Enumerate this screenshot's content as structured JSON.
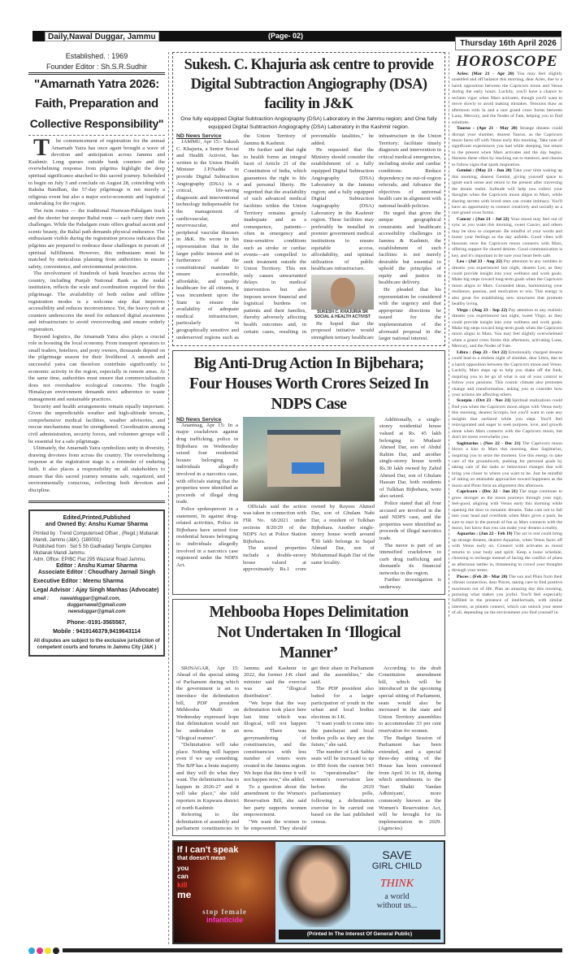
{
  "masthead": {
    "paper": "Daily,Nawal Duggar, Jammu",
    "page": "(Page- 02)",
    "date": "Thursday 16th April 2026"
  },
  "editorial": {
    "established": "Established. : 1969",
    "founder": "Founder Editor :  Sh.S.R.Sudhir",
    "headline": [
      "\"Amarnath Yatra 2026:",
      "Faith, Preparation and",
      "Collective Responsibility\""
    ],
    "paragraphs": [
      "The commencement of registration for the annual Amarnath Yatra has once again brought a wave of devotion and anticipation across Jammu and Kashmir. Long queues outside bank counters and the overwhelming response from pilgrims highlight the deep spiritual significance attached to this sacred journey. Scheduled to begin on July 3 and conclude on August 28, coinciding with Raksha Bandhan, the 57-day pilgrimage is not merely a religious event but also a major socio-economic and logistical undertaking for the region.",
      "The twin routes — the traditional Nunwan-Pahalgam track and the shorter but steeper Baltal route — each carry their own challenges. While the Pahalgam route offers gradual ascent and scenic beauty, the Baltal path demands physical endurance. The enthusiasm visible during the registration process indicates that pilgrims are prepared to embrace these challenges in pursuit of spiritual fulfillment. However, this enthusiasm must be matched by meticulous planning from authorities to ensure safety, convenience, and environmental protection.",
      "The involvement of hundreds of bank branches across the country, including Punjab National Bank as the nodal institution, reflects the scale and coordination required for this pilgrimage. The availability of both online and offline registration modes is a welcome step that improves accessibility and reduces inconvenience. Yet, the heavy rush at counters underscores the need for enhanced digital awareness and infrastructure to avoid overcrowding and ensure orderly registration.",
      "Beyond logistics, the Amarnath Yatra also plays a crucial role in boosting the local economy. From transport operators to small traders, hoteliers, and pony owners, thousands depend on the pilgrimage season for their livelihood. A smooth and successful yatra can therefore contribute significantly to economic activity in the region, especially in remote areas. At the same time, authorities must ensure that commercialization does not overshadow ecological concerns. The fragile Himalayan environment demands strict adherence to waste management and sustainable practices.",
      "Security and health arrangements remain equally important. Given the unpredictable weather and high-altitude terrain, comprehensive medical facilities, weather advisories, and rescue mechanisms must be strengthened. Coordination among civil administration, security forces, and volunteer groups will be essential for a safe pilgrimage.",
      "Ultimately, the Amarnath Yatra symbolizes unity in diversity, drawing devotees from across the country. The overwhelming response at the registration stage is a reminder of enduring faith. It also places a responsibility on all stakeholders to ensure that this sacred journey remains safe, organized, and environmentally conscious, reflecting both devotion and discipline."
    ]
  },
  "imprint": {
    "l1": "Edited,Printed,Published",
    "l2": "and Owned By: Anshu Kumar Sharma",
    "printed": "Printed by :    Trend Computerised Offset ,  (Regd.) Mubarak Mandi, Jammu (J&K).  (180001)",
    "published": "Published from : Set 5 Sh Gadhadarji Temple Complex Mubarak Mandi Jammu.",
    "office": "Adm. Office:  EP/BC Flat 295 Wazarat Road Jammu.",
    "editor": "Editor : Anshu Kumar Sharma",
    "assoc": "Associate Editor : Choudhary Jarnail  Singh",
    "exec": "Executive Editor : Meenu Sharma",
    "legal": "Legal Advisor : Ajay Singh Manhas (Advocate)",
    "email_label": "email  :",
    "emails": [
      "nawalduggar@gmail.com,",
      "duggarnawal@gmail.com",
      "newsduggar@gmail.com"
    ],
    "phone": "Phone:-0191-3565567,",
    "mobile": "Mobile : 9419146379,9419643114",
    "disclaimer": "All disputes are subject to the exclusive jurisdiction of competent courts  and forums in Jammu City (J&K )"
  },
  "story1": {
    "headline": "Sukesh. C. Khajuria ask centre to provide Digital Subtraction Angiography (DSA) facility in J&K",
    "subhead": "One fully equipped Digital Subtraction Angiography (DSA) Laboratory in the Jammu region; and One fully equipped Digital Subtraction Angiography (DSA) Laboratory in the Kashmir region.",
    "source": "ND News Service",
    "photo_caption": "SUKESH C. KHAJURIA SR SOCIAL & HEALTH ACTIVIST",
    "paragraphs": [
      "JAMMU, Apr 15:- Sukesh C. Khajuria, a Senior Social and Health Activist, has written to the Union Health Minister J.P.Nadda to provide Digital Subtraction Angiography (DSA) is a critical, life-saving diagnostic and interventional technology indispensable for the management of cardiovascular, neurovascular, and peripheral vascular diseases in J&K. He wrote in his representation that in the larger public interest and in furtherance of the constitutional mandate to ensure accessible, affordable, and quality healthcare for all citizens, it was incumbent upon the State to ensure the availability of adequate medical infrastructure, particularly in geographically sensitive and underserved regions such as the Union Territory of Jammu & Kashmir.",
      "He further said that right to health forms an integral facet of Article 21 of the Constitution of India, which guarantees the right to life and personal liberty. He regretted that the availability of such advanced medical facilities within the Union Territory remains grossly inadequate and as a consequence, patients—often in emergency and time-sensitive conditions such as stroke or cardiac events—are compelled to seek treatment outside the Union Territory. This not only causes unwarranted delays in medical intervention but also imposes severe financial and logistical burdens on patients and their families, thereby adversely affecting health outcomes and, in certain cases, resulting in preventable fatalities,\" he added.",
      "He requested that the Ministry should consider the establishment of a fully equipped Digital Subtraction Angiography (DSA) Laboratory in the Jammu region; and a fully equipped Digital Subtraction Angiography (DSA) Laboratory in the Kashmir region. These facilities may preferably be installed in premier government medical institutions to ensure equitable access, affordability, and optimal utilization of public healthcare infrastructure.",
      "He hoped that the proposed initiative would strengthen tertiary healthcare infrastructure in the Union Territory; facilitate timely diagnosis and intervention in critical medical emergencies, including stroke and cardiac conditions: Reduce dependency on out-of-region referrals; and Advance the objectives of universal health care in alignment with national health policies.",
      "He urged that given the unique geographical constraints and healthcare accessibility challenges in Jammu & Kashmir, the establishment of such facilities is not merely desirable but essential to uphold the principles of equity and justice in healthcare delivery.",
      "He pleaded that his representation be considered with the urgency and that appropriate directions be issued for the implementation of the aforesaid proposal in the larger national interest."
    ]
  },
  "story2": {
    "headline": "Big Anti-Drug Action In Bijbehara; Four Houses Worth Crores Seized In NDPS Case",
    "source": "ND News Service",
    "paragraphs": [
      "Anantnag, Apr 15: In a major crackdown against drug trafficking, police in Bijbehara on Wednesday seized four residential houses belonging to individuals allegedly involved in a narcotics case, with officials stating that the properties were identified as proceeds of illegal drug trade.",
      "Police spokesperson in a statement, In against drug-related activities, Police in Bijbehara have seized four residential houses belonging to individuals allegedly involved in a narcotics case registered under the NDPS Act.",
      "Officials said the action was taken in connection with FIR No. 68/2021 under sections 8/20/29 of the NDPS Act at Police Station Bijbehara.",
      "The seized properties include a double-storey house valued at approximately Rs.1 crore owned by Rayees Ahmed Dar, son of Ghulam Nabi Dar, a resident of Tulkhan Bijbehara. Another single-storey house worth around ₹30 lakh belongs to Sajad Ahmad Dar, son of Mohammad Rajab Dar of the same locality.",
      "Additionally, a single-storey residential house valued at Rs. 45 lakh belonging to Mudasir Ahmed Dar, son of Abdul Rahim Dar, and another single-storey house worth Rs.30 lakh owned by Zahid Ahmed Dar, son of Ghulam Hassan Dar, both residents of Tulkhan Bijbehara, were also seized.",
      "Police stated that all four accused are involved in the said NDPS case, and the properties were identified as proceeds of illegal narcotics trade.",
      "The move is part of an intensified crackdown to curb drug trafficking and dismantle its financial networks in the region.",
      "Further investigation is underway."
    ]
  },
  "story3": {
    "headline": "Mehbooba Hopes Delimitation Not Undertaken In ‘Illogical Manner’",
    "paragraphs": [
      "SRINAGAR, Apr 15: Ahead of the special sitting of Parliament during which the government is set to introduce the delimitation bill, PDP president Mehbooba Mufti on Wednesday expressed hope that delimitation would not be undertaken in an \"illogical manner\".",
      "\"Delimitation will take place. Nothing will happen even if we say something. The BJP has a brute majority and they will do what they want. The delimitation has to happen in 2026-27 and it will take place,\" she told reporters in Kupwara district of north Kashmir.",
      "Referring to the delimitation of assembly and parliament constituencies in Jammu and Kashmir in 2022, the former J-K chief minister said the exercise was an \"illogical distribution\".",
      "\"We hope that the way delimitation took place here last time which was illogical, will not happen now. There was gerrymandering of constituencies, and the constituencies with less number of voters were created in the Jammu region. We hope that this time it will not happen now,\" she added.",
      "To a question about the amendment to the Women's Reservation Bill, she said her party supports women empowerment.",
      "\"We want the women to be empowered. They should get their share in Parliament and the assemblies,\" she said.",
      "The PDP president also batted for a larger participation of youth in the urban and local bodies elections in J-K.",
      "\"I want youth to come into the panchayat and local bodies polls as they are the future,\" she said.",
      "The number of Lok Sabha seats will be increased to up to 850 from the current 543 to \"operationalise\" the women's reservation law before the 2029 parliamentary polls, following a delimitation exercise to be carried out based on the last published census.",
      "According to the draft Constitution amendment bill, which will be introduced in the upcoming special sitting of Parliament, seats would also be increased in the state and Union Territory assemblies to accommodate 33 per cent reservation for women.",
      "The Budget Session of Parliament has been extended, and a special three-day sitting of the House has been convened from April 16 to 18, during which amendments to the 'Nari Shakti Vandan Adhiniyam', more commonly known as the Women's Reservation Act, will be brought for its implementation in 2029. (Agencies)"
    ]
  },
  "horoscope": {
    "title": "HOROSCOPE",
    "entries": [
      {
        "sign": "Aries: (Mar 21 - Apr 20)",
        "text": "You may feel slightly unsettled and off balance this morning, dear Aries, due to a harsh opposition between the Capricorn moon and Venus during the early hours. Luckily, you'll have a chance to reclaim vigor when Mars activates, though you'll want to move slowly to avoid making mistakes. Tensions thaw as afternoon rolls in and a rare grand cross forms between Luna, Mercury, and the Nodes of Fate, helping you to find solutions."
      },
      {
        "sign": "Taurus : (Apr 21 - May 20)",
        "text": "Strange dreams could disrupt your slumber, dearest Taurus, as the Capricorn moon faces off with Venus early this morning. Take note of significant experiences you had while sleeping, but return to the present when Mars activates and the day begins. Harness these vibes by reaching out to mentors, and choose to follow signs that spark inspiration."
      },
      {
        "sign": "Gemini : (May 21 - Jun 20)",
        "text": "Take your time waking up this morning, dearest Gemini, giving yourself space to ignite each sense and return to the present after traversing the dream realm. Solitude will help you collect your thoughts when the Capricorn moon aligns to Mars, while sharing secrets with loved ones can create intimacy. You'll have an opportunity to connect creatively and socially as a rare grand cross forms."
      },
      {
        "sign": "Cancer : (Jun 21 - Jul 22)",
        "text": "Your mood may feel out of sync as you wake this morning, sweet Cancer, and others may be slow to cooperate. Be mindful of your words and honor your feelings as the day unfolds. Good vibes will blossom once the Capricorn moon connects with Mars, offering support for shared desires. Good communication is key, and it's important to be sure your heart feels safe."
      },
      {
        "sign": "Leo : (Jul 23 - Aug 22)",
        "text": "Pay attention to any rumbles in dreams you experienced last night, dearest Leo, as they could provide insight into your wellness and work goals. Make big steps toward long-term goals when the Capricorn moon aligns to Mars. Grounded ideas, harmonizing your resilience, passion, and motivation to win. This energy is also great for establishing new structures that promote healthy living."
      },
      {
        "sign": "Virgo : (Aug 23 - Sep 22)",
        "text": "Pay attention to any realistic dreams you experienced last night, sweet Virgo, as they could provide insight into your wellness and work goals. Make big steps toward long-term goals when the Capricorn moon aligns to Mars. You may feel slightly overwhelmed when a grand cross forms this afternoon, activating Luna, Mercury, and the Nodes of Fate."
      },
      {
        "sign": "Libra : (Sep 23 - Oct 22)",
        "text": "Emotionally charged dreams could lead to a restless night of slumber, dear Libra, due to a harsh opposition between the Capricorn moon and Venus. Luckily, Mars steps up to help you shake off the funk, inspiring you to let go of what is out of your control to follow your passions. This cosmic climate also promotes change and transformation, asking you to consider how your actions are affecting others."
      },
      {
        "sign": "Scorpio : (Oct 23 - Nov 21)",
        "text": "Spiritual realizations could find you when the Capricorn moon aligns with Venus early this morning, dearest Scorpio, but you'll want to note any insights that surfaced while you slept. You'll feel reinvigorated and eager to seek purpose, love, and growth alone when Mars connects with the Capricorn moon, but don't let stress overwhelm you."
      },
      {
        "sign": "Sagittarius : (Nov 22 - Dec 21)",
        "text": "The Capricorn moon blows a kiss to Mars this morning, dear Sagittarius, inspiring you to seize the moment. Use this energy to take care of the groundwork, pushing for personal goals by taking care of the tasks or behavioral changes that will bring you closer to where you want to be. Just be mindful of taking on attainable approaches toward happiness as the moon and Pluto form an alignment this afternoon."
      },
      {
        "sign": "Capricorn : (Dec 22 - Jan 21)",
        "text": "The stage continues to grow stronger as the moon journeys through your sign, feel-good, aligning with Venus early this morning while opening the door to romantic dreams. Take care not to fall into your head and overthink when Mars gives a push, be sure to start in the pursuit of fun as Mars connects with the moon, but know that you can make your dreams a reality."
      },
      {
        "sign": "Aquarius : (Jan 22 - Feb 19)",
        "text": "The act to rest could bring up strange dreams, dearest Aquarius, when Venus faces off with Venus early on. Connect with activates as mood returns to your body and spirit. Keep a loose schedule, choosing to recharge instead of facing the conflict of plans as afternoon settles in, threatening to crowd your thoughts through your stress."
      },
      {
        "sign": "Pisces : (Feb 20 - Mar 20)",
        "text": "The sun and Pluto form their vibrant connection, dear Pisces, taking care to find positive maximum out of life. Plan an amazing day this morning, pursuing what makes you joyful. You'll feel expecially fulfilled in the presence of intellectuals, with similar interests, as planets connect, which can unlock your sense of all, depending on the environment you find yourself in."
      }
    ]
  },
  "ad": {
    "left": [
      "If I can't speak",
      "that doesn't mean",
      "you",
      "can",
      "kill",
      "me",
      "stop female",
      "infanticide"
    ],
    "right": {
      "l1": "SAVE",
      "l2": "GIRL CHILD",
      "think": "THINK",
      "l3": "a world",
      "l4": "without us...",
      "banner": "(Printed In The Interest Of General Public)"
    }
  },
  "colors": {
    "cyan": "#29a9e0",
    "magenta": "#e0358c",
    "yellow": "#f5e11e",
    "black": "#222222"
  }
}
